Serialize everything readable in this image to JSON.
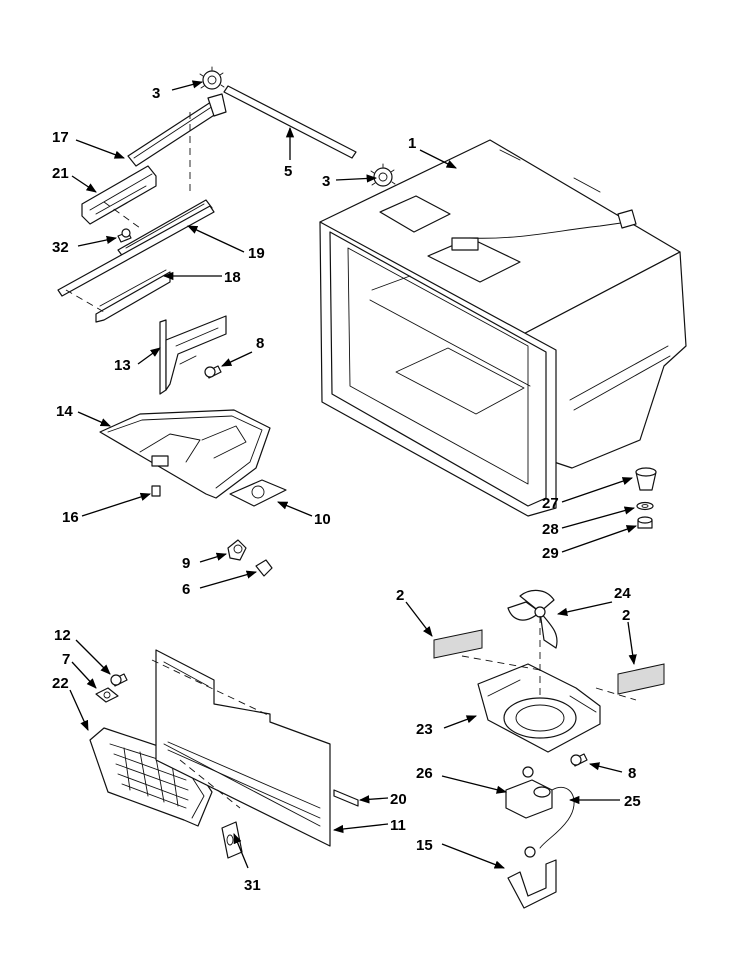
{
  "diagram": {
    "labels": {
      "p1": "1",
      "p2a": "2",
      "p2b": "2",
      "p3a": "3",
      "p3b": "3",
      "p5": "5",
      "p6": "6",
      "p7": "7",
      "p8a": "8",
      "p8b": "8",
      "p9": "9",
      "p10": "10",
      "p11": "11",
      "p12": "12",
      "p13": "13",
      "p14": "14",
      "p15": "15",
      "p16": "16",
      "p17": "17",
      "p18": "18",
      "p19": "19",
      "p20": "20",
      "p21": "21",
      "p22": "22",
      "p23": "23",
      "p24": "24",
      "p25": "25",
      "p26": "26",
      "p27": "27",
      "p28": "28",
      "p29": "29",
      "p31": "31",
      "p32": "32"
    }
  }
}
